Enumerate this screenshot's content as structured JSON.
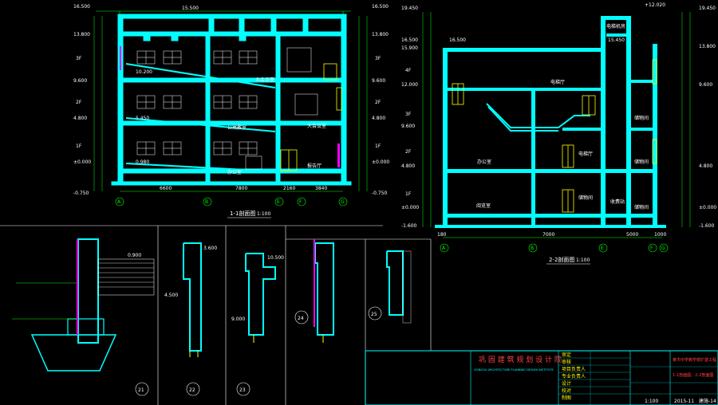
{
  "section_1": {
    "title": "1-1剖面图",
    "scale": "1:100",
    "levels_left": [
      "16.500",
      "13.800",
      "9.600",
      "4.800",
      "±0.000",
      "-0.750"
    ],
    "levels_right": [
      "16.500",
      "13.800",
      "9.600",
      "4.800",
      "±0.000",
      "-0.750"
    ],
    "floors": [
      "3F",
      "2F",
      "1F"
    ],
    "dims_bottom": [
      "6600",
      "7800",
      "2160",
      "3840"
    ],
    "dims_top": [
      "15.500"
    ],
    "axes": [
      "A",
      "B",
      "E",
      "F",
      "G"
    ],
    "rooms": [
      "大会议室",
      "公寓教室",
      "大会议室",
      "办公室",
      "报告厅"
    ],
    "ramp_levels": [
      "10.200",
      "5.450",
      "0.980"
    ]
  },
  "section_2": {
    "title": "2-2剖面图",
    "scale": "1:100",
    "levels_left": [
      "19.450",
      "16.500",
      "15.900",
      "12.000",
      "9.600",
      "4.800",
      "±0.000",
      "-1.600"
    ],
    "levels_right": [
      "19.450",
      "13.800",
      "9.600",
      "4.800",
      "±0.000",
      "-1.600"
    ],
    "floors": [
      "4F",
      "3F",
      "2F",
      "1F"
    ],
    "dims_bottom": [
      "180",
      "7000",
      "5000",
      "1000"
    ],
    "axes": [
      "A",
      "B",
      "E",
      "F",
      "G"
    ],
    "rooms": [
      "电梯机房",
      "办公室",
      "阅览室",
      "电梯厅",
      "电梯厅",
      "储物间",
      "储物间",
      "储物间",
      "收费站",
      "储物间"
    ],
    "top_labels": [
      "15.450",
      "16.500",
      "+12.020"
    ]
  },
  "details": {
    "numbers": [
      "21",
      "22",
      "23",
      "24",
      "25"
    ],
    "elevations": [
      "0.900",
      "3.600",
      "4.500",
      "9.000",
      "10.500"
    ]
  },
  "title_block": {
    "institute_cn": "巩 固 建 筑 规 划 设 计 院",
    "institute_en": "GONGGU ARCHITECTURE PLANNING DESIGN INSTITUTE",
    "project": "某市中学教学楼扩建工程",
    "drawing_name": "1-1剖面图、2-2剖面图",
    "scale": "1:100",
    "date": "2015-11",
    "sheet": "建施-14",
    "roles": [
      "审定",
      "审核",
      "项目负责人",
      "专业负责人",
      "设计",
      "校对",
      "制图"
    ]
  },
  "colors": {
    "background": "#000000",
    "wall": "#00ffff",
    "dim": "#00ff00",
    "window": "#ffff00",
    "text": "#ffffff",
    "accent": "#ff00ff"
  }
}
